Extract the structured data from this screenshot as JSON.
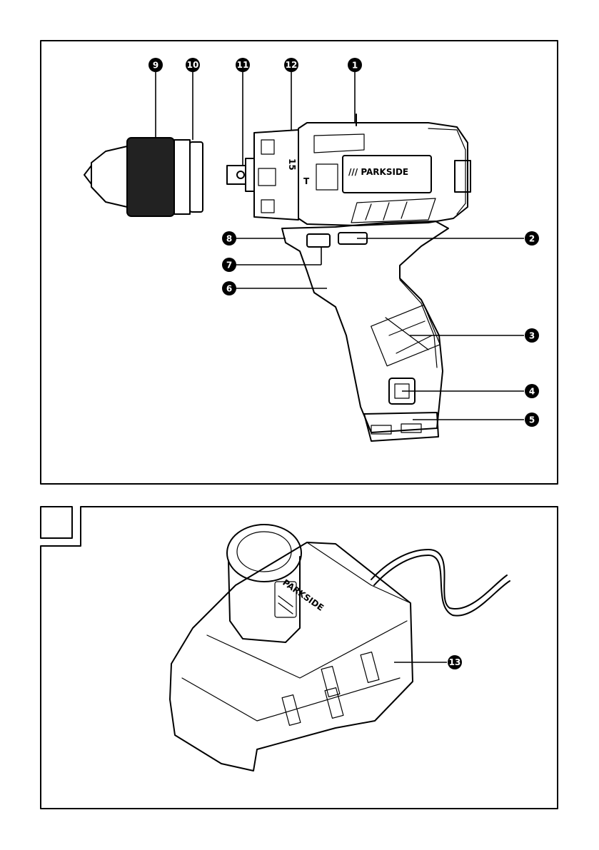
{
  "brand_label": "/// PARKSIDE",
  "charger_brand_label": "PARKSIDE",
  "chuck_marks": [
    "15",
    "T"
  ],
  "callouts": [
    "1",
    "2",
    "3",
    "4",
    "5",
    "6",
    "7",
    "8",
    "9",
    "10",
    "11",
    "12",
    "13"
  ]
}
